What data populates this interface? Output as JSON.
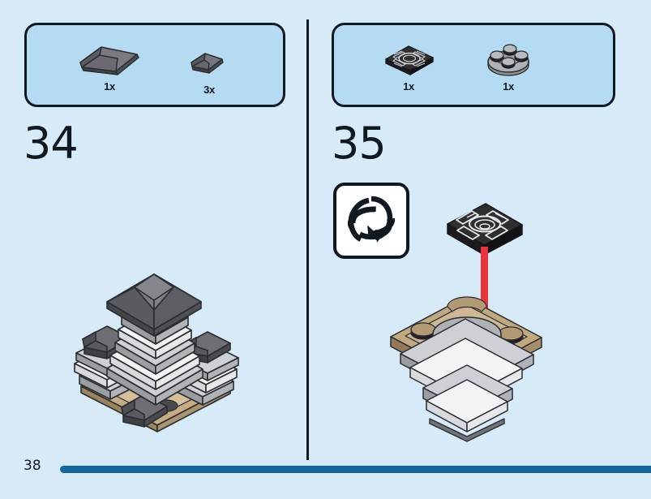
{
  "page": {
    "number": "38",
    "background_color": "#d6eaf8",
    "footer_bar_color": "#12679e",
    "divider_color": "#101820"
  },
  "steps": [
    {
      "id": "step-34",
      "number": "34",
      "parts_box": {
        "fill_color": "#b5dbf2",
        "border_color": "#101820",
        "parts": [
          {
            "name": "slope-brick-large-dark-gray",
            "quantity": "1x",
            "color": "#6e6e74"
          },
          {
            "name": "slope-brick-small-dark-gray",
            "quantity": "3x",
            "color": "#5d5d66"
          }
        ]
      },
      "model": {
        "name": "pagoda-castle-assembly",
        "colors": {
          "roof_dark": "#6a6a70",
          "roof_dark_shade": "#4e4e55",
          "brick_light": "#b9bcc0",
          "brick_light_shade": "#9a9da2",
          "brick_white": "#f2f3f4",
          "base_tan": "#c6ad84",
          "base_tan_shade": "#a9906b",
          "outline": "#2a2d31"
        }
      }
    },
    {
      "id": "step-35",
      "number": "35",
      "parts_box": {
        "fill_color": "#b5dbf2",
        "border_color": "#101820",
        "parts": [
          {
            "name": "turntable-top-tile-2x2-black",
            "quantity": "1x",
            "color": "#2b2b2b"
          },
          {
            "name": "turntable-base-plate-2x2-round",
            "quantity": "1x",
            "color": "#b9bcc0"
          }
        ]
      },
      "rotate_icon": {
        "name": "rotate-model-icon",
        "background_color": "#ffffff",
        "stroke_color": "#101820"
      },
      "placement_arrow": {
        "name": "placement-arrow",
        "color": "#e8343a",
        "direction": "down"
      },
      "model": {
        "name": "inverted-base-turntable-assembly",
        "colors": {
          "black_tile": "#2b2b2b",
          "turntable_gray": "#a6a8ac",
          "base_tan": "#c6ad84",
          "base_tan_shade": "#a08košn",
          "brick_light": "#b9bcc0",
          "brick_white": "#f2f3f4",
          "outline": "#2a2d31"
        }
      }
    }
  ]
}
